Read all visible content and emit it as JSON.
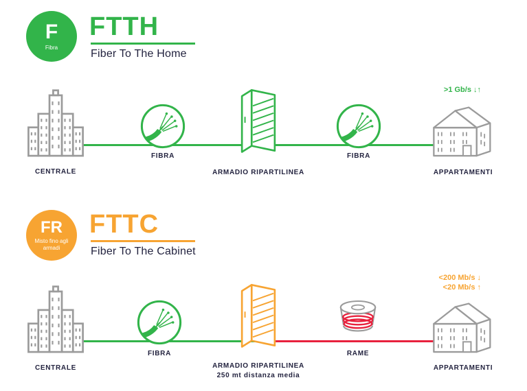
{
  "colors": {
    "green": "#32b44a",
    "orange": "#f7a432",
    "red": "#e8213d",
    "gray": "#9b9b9b",
    "text": "#23233f"
  },
  "ftth": {
    "badge": {
      "letter": "F",
      "sublabel": "Fibra"
    },
    "title": "FTTH",
    "subtitle": "Fiber To The Home",
    "labels": {
      "centrale": "CENTRALE",
      "fibra_left": "FIBRA",
      "armadio": "ARMADIO RIPARTILINEA",
      "fibra_right": "FIBRA",
      "appartamenti": "APPARTAMENTI"
    },
    "speed": ">1 Gb/s ↓↑"
  },
  "fttc": {
    "badge": {
      "letter": "FR",
      "sublabel": "Misto fino agli armadi"
    },
    "title": "FTTC",
    "subtitle": "Fiber To The Cabinet",
    "labels": {
      "centrale": "CENTRALE",
      "fibra": "FIBRA",
      "armadio": "ARMADIO RIPARTILINEA",
      "armadio_note": "250 mt distanza media",
      "rame": "RAME",
      "appartamenti": "APPARTAMENTI"
    },
    "speed_down": "<200 Mb/s ↓",
    "speed_up": "<20 Mb/s ↑"
  }
}
